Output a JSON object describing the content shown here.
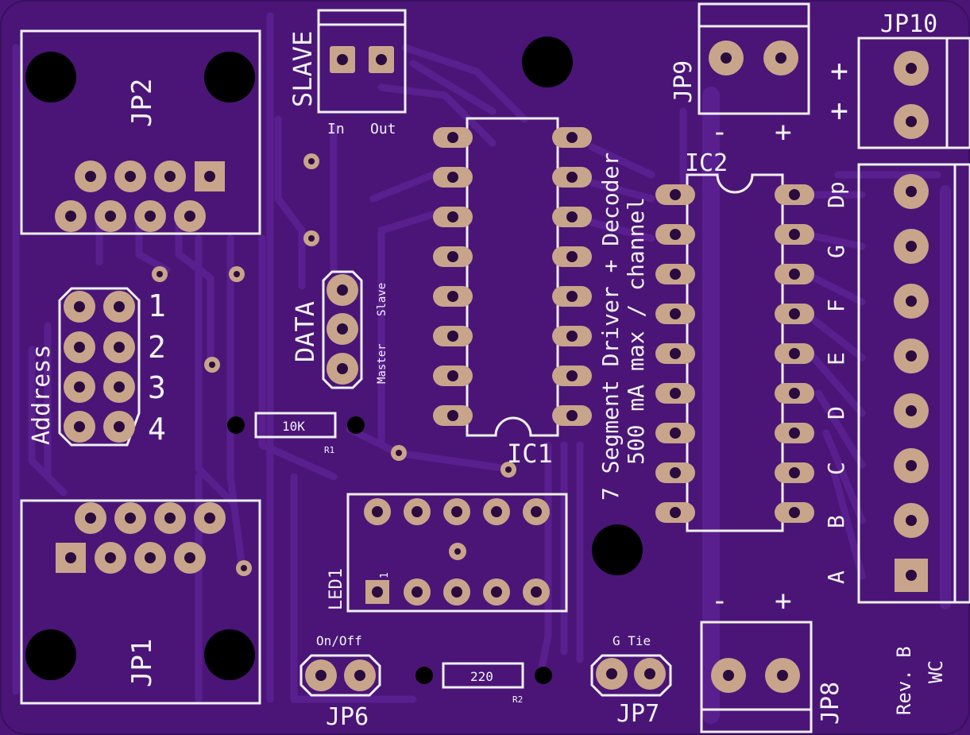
{
  "board": {
    "colors": {
      "board": "#4a1577",
      "copper": "#5a1f8f",
      "pad": "#c8a58a",
      "silk": "#f0f0f5",
      "mount": "#000000"
    },
    "labels": {
      "jp1": "JP1",
      "jp2": "JP2",
      "jp6": "JP6",
      "jp7": "JP7",
      "jp8": "JP8",
      "jp9": "JP9",
      "jp10": "JP10",
      "ic1": "IC1",
      "ic2": "IC2",
      "led1": "LED1",
      "r1": "R1",
      "r2": "R2",
      "r1_value": "10K",
      "r2_value": "220",
      "slave": "SLAVE",
      "in": "In",
      "out": "Out",
      "data": "DATA",
      "slave_small": "Slave",
      "master_small": "Master",
      "address": "Address",
      "addr1": "1",
      "addr2": "2",
      "addr3": "3",
      "addr4": "4",
      "on_off": "On/Off",
      "g_tie": "G Tie",
      "led_pin1": "1",
      "title_line1": "7 Segment Driver + Decoder",
      "title_line2": "500 mA max / channel",
      "seg_a": "A",
      "seg_b": "B",
      "seg_c": "C",
      "seg_d": "D",
      "seg_e": "E",
      "seg_f": "F",
      "seg_g": "G",
      "seg_dp": "Dp",
      "minus": "-",
      "plus": "+",
      "rev": "Rev. B",
      "author": "WC"
    }
  }
}
